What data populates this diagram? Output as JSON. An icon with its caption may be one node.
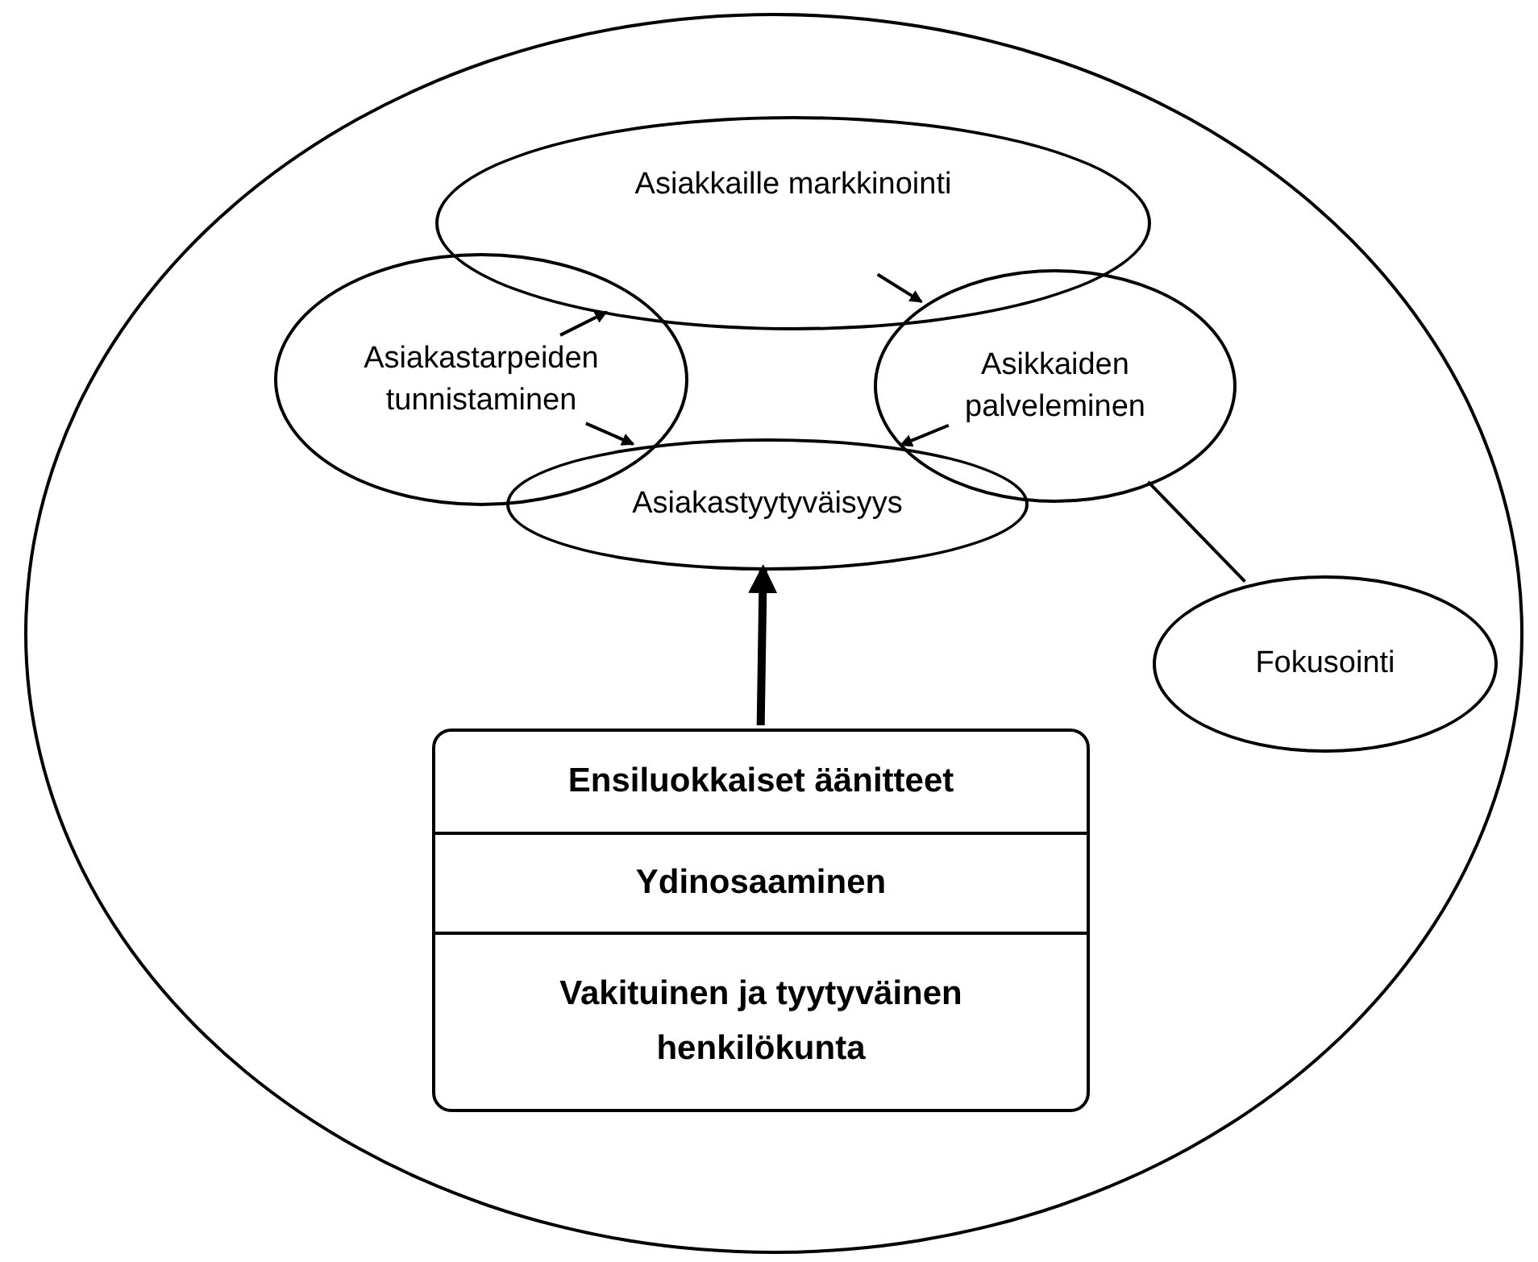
{
  "diagram": {
    "nodes": [
      {
        "text": [],
        "shape": "circle"
      },
      {
        "text": [
          "Asiakkaille markkinointi"
        ],
        "in": 0
      },
      {
        "text": [
          "Asiakastarpeiden tunnistaminen"
        ],
        "in": 0
      },
      {
        "text": [
          "Asikkaiden palveleminen"
        ],
        "in": 0
      },
      {
        "text": [
          "Asiakastyytyväisyys"
        ],
        "in": 0
      },
      {
        "text": [
          "Fokusointi"
        ],
        "in": 0
      },
      {
        "text": [
          "Ensiluokkaiset äänitteet",
          "Ydinosaaminen",
          "Vakituinen ja tyytyväinen henkilökunta"
        ],
        "in": 0
      }
    ],
    "edges": [
      {
        "from": 2,
        "to": 1,
        "arrow": "to"
      },
      {
        "from": 1,
        "to": 3,
        "arrow": "to"
      },
      {
        "from": 2,
        "to": 4,
        "arrow": "to"
      },
      {
        "from": 3,
        "to": 4,
        "arrow": "to"
      },
      {
        "from": 3,
        "to": 5,
        "arrow": "none"
      },
      {
        "from": 6,
        "to": 4,
        "arrow": "to",
        "style": "thick"
      }
    ]
  }
}
